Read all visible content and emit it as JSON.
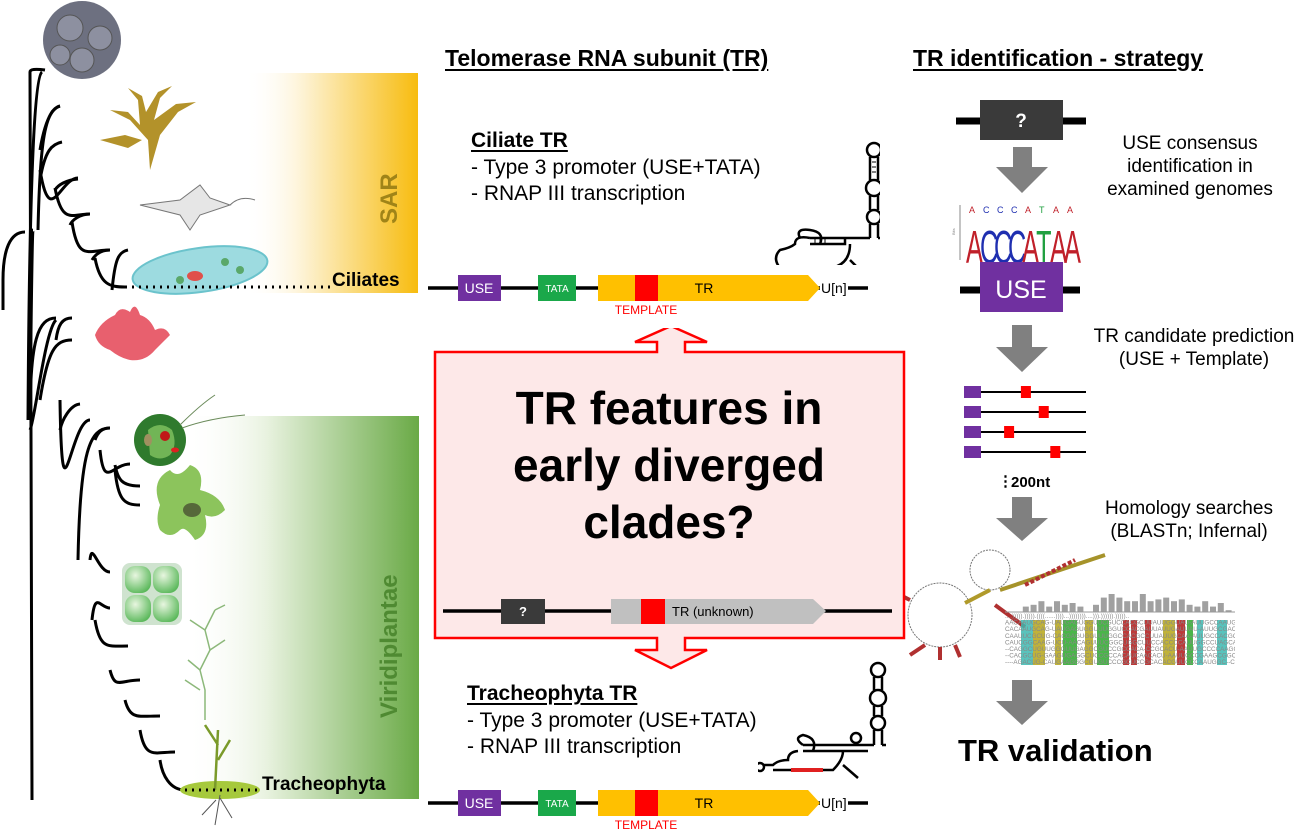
{
  "headers": {
    "middle": "Telomerase RNA subunit (TR)",
    "right": "TR identification - strategy"
  },
  "tree": {
    "clades": [
      {
        "name": "SAR",
        "color": "#f5b800",
        "text_color": "#a08418",
        "leaf_label": "Ciliates"
      },
      {
        "name": "Viridiplantae",
        "color": "#6aaa46",
        "text_color": "#4f8a32",
        "leaf_label": "Tracheophyta"
      }
    ],
    "organisms": [
      "coccolithophore",
      "brown-alga",
      "dinoflagellate",
      "paramecium",
      "red-alga",
      "chlamydomonas",
      "ulva",
      "green-algal-colony",
      "charophyte",
      "moss"
    ]
  },
  "ciliate_panel": {
    "title": "Ciliate TR",
    "bullets": [
      "- Type 3 promoter (USE+TATA)",
      "- RNAP III transcription"
    ],
    "gene": {
      "use": "USE",
      "tata": "TATA",
      "tr": "TR",
      "template": "TEMPLATE",
      "terminator": "U[n]"
    }
  },
  "center_box": {
    "question": "TR features in early diverged clades?",
    "lines": [
      "TR features in",
      "early diverged",
      "clades?"
    ],
    "gene": {
      "unknown_promoter": "?",
      "tr": "TR (unknown)"
    }
  },
  "tracheophyta_panel": {
    "title": "Tracheophyta TR",
    "bullets": [
      "- Type 3 promoter (USE+TATA)",
      "- RNAP III transcription"
    ],
    "gene": {
      "use": "USE",
      "tata": "TATA",
      "tr": "TR",
      "template": "TEMPLATE",
      "terminator": "U[n]"
    }
  },
  "strategy": {
    "unknown_box": "?",
    "step1": [
      "USE consensus",
      "identification in",
      "examined genomes"
    ],
    "logo": {
      "sequence": "ACCCATAA",
      "axis_label": "Bits",
      "ticks": [
        "2",
        "1",
        "0"
      ]
    },
    "use_box": "USE",
    "step2": [
      "TR candidate prediction",
      "(USE + Template)"
    ],
    "candidates_scale": "200nt",
    "candidate_template_positions": [
      0.38,
      0.55,
      0.22,
      0.66
    ],
    "step3": [
      "Homology searches",
      "(BLASTn; Infernal)"
    ],
    "alignment": {
      "structure": "....))))).))))).((((......))))...))))))))....))).)))))).)))))..",
      "rows": [
        "AACAAUGCAG-UAUGAGUGGUUCGUCCACGCUUAUUGGUAU-AUUGCCAAUG-AAGGUUCA",
        "CACAAUGCAG-UAUGAGUGGUUUGGUCCACGAUUAUUGAUUAU-AUUGCGACUG-CAGGCUC-",
        "CAAUUCGCUG-CACGAGUGGUUUGGCCACGCCUUAUUGCAA-AUUGCCACGG--GCGGCU",
        "CAUCGGCAAG-UCU-AACAGUUUCGGCUGGCUUCCACCCCAUUGGCCUAGCAACCCUG",
        "--CAGGCUGUUGGGUUGAGGCGUCCGCCACA-CCGCACU-AAUUGCCCCAAGCGGCCUGG",
        "--CACGCUG-GAAGUGAGGCUCCGCCACAUCAACACU-AAUUGCCGAAGCGGCUGGA",
        "----AGACUG-CAUGAAGGGCGUGUCCCGCUCCGCACACGUUCCCAAUGGC--CUCAGC"
      ]
    },
    "step4": "TR validation"
  }
}
